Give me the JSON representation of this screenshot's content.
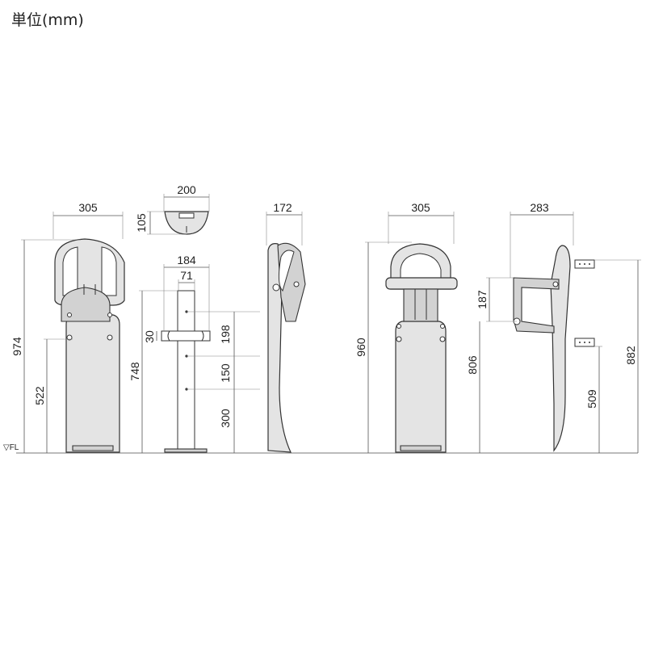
{
  "unit_label": "単位(mm)",
  "floor_label": "▽FL",
  "dims": {
    "front_width": "305",
    "front_height": "974",
    "front_seat_height": "522",
    "top_width": "200",
    "top_depth": "105",
    "pole_width": "184",
    "pole_holes": "71",
    "pole_height": "748",
    "pole_plate": "30",
    "pole_spacing_1": "198",
    "pole_spacing_2": "150",
    "pole_spacing_3": "300",
    "side_depth": "172",
    "open_width": "305",
    "open_height": "960",
    "open_lower": "806",
    "open_side_depth": "283",
    "open_arm": "187",
    "open_total": "882",
    "open_bracket": "509"
  }
}
